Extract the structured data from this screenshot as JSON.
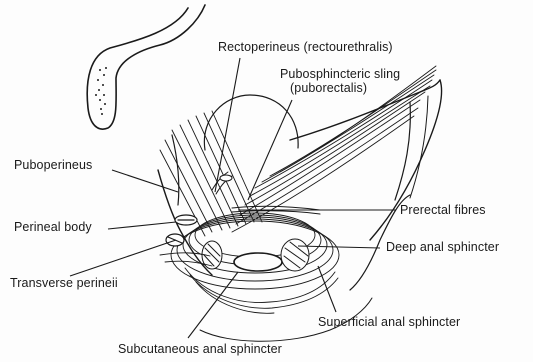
{
  "labels": {
    "rectoperineus": "Rectoperineus (rectourethralis)",
    "pubosphincteric_line1": "Pubosphincteric sling",
    "pubosphincteric_line2": "(puborectalis)",
    "puboperineus": "Puboperineus",
    "perineal_body": "Perineal body",
    "prerectal_fibres": "Prerectal fibres",
    "deep_anal_sphincter": "Deep anal sphincter",
    "transverse_perineii": "Transverse perineii",
    "superficial_anal_sphincter": "Superficial anal sphincter",
    "subcutaneous_anal_sphincter": "Subcutaneous anal sphincter"
  },
  "colors": {
    "ink": "#1a1a1a",
    "background": "#fdfdfd"
  }
}
